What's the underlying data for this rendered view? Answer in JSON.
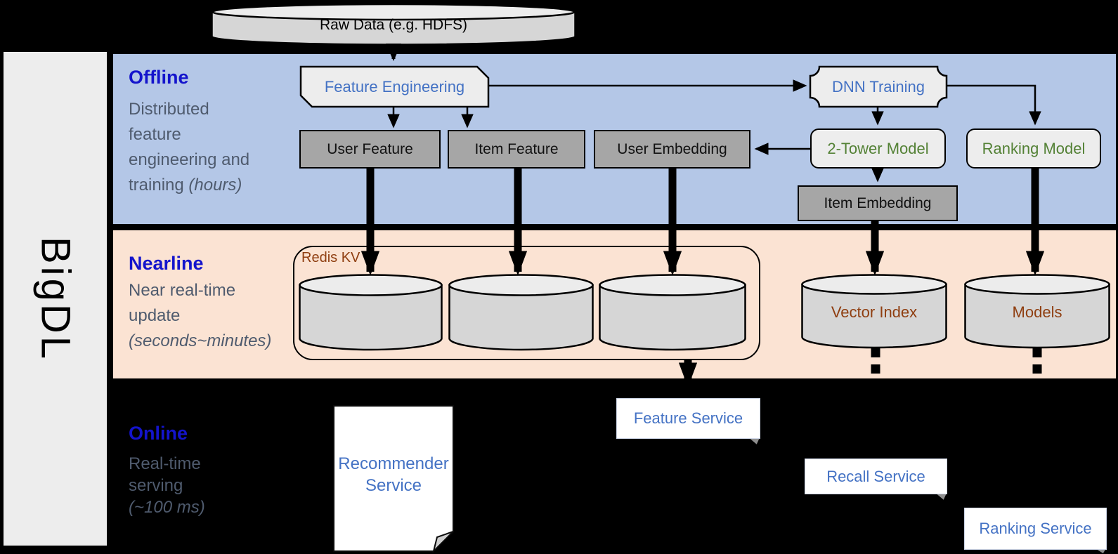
{
  "brand": {
    "label": "BigDL"
  },
  "palette": {
    "background": "#000000",
    "offline_band": "#b4c7e7",
    "nearline_band": "#fbe3d3",
    "light_box_fill": "#ededed",
    "gray_box_fill": "#a6a6a6",
    "cylinder_fill": "#d6d6d6",
    "node_text_blue": "#4472c4",
    "node_text_green": "#538135",
    "node_text_brown": "#8f3e10",
    "section_title_blue": "#1414cc",
    "section_desc_gray": "#4f5b6e"
  },
  "raw_data": {
    "label": "Raw Data (e.g. HDFS)"
  },
  "sections": {
    "offline": {
      "title": "Offline",
      "desc_line1": "Distributed",
      "desc_line2": "feature",
      "desc_line3": "engineering and",
      "desc_line4_plain": "training ",
      "desc_line4_italic": "(hours)"
    },
    "nearline": {
      "title": "Nearline",
      "desc_line1": "Near real-time",
      "desc_line2": "update",
      "desc_italic": "(seconds~minutes)"
    },
    "online": {
      "title": "Online",
      "desc_line1": "Real-time",
      "desc_line2": "serving",
      "desc_italic": "(~100 ms)"
    }
  },
  "nodes": {
    "feature_engineering": "Feature Engineering",
    "dnn_training": "DNN Training",
    "user_feature": "User Feature",
    "item_feature": "Item Feature",
    "user_embedding": "User Embedding",
    "two_tower_model": "2-Tower Model",
    "ranking_model": "Ranking Model",
    "item_embedding": "Item Embedding",
    "redis_kv": "Redis KV",
    "vector_index": "Vector Index",
    "models": "Models"
  },
  "services": {
    "feature_service": "Feature Service",
    "recommender_service_line1": "Recommender",
    "recommender_service_line2": "Service",
    "recall_service": "Recall Service",
    "ranking_service": "Ranking Service"
  }
}
